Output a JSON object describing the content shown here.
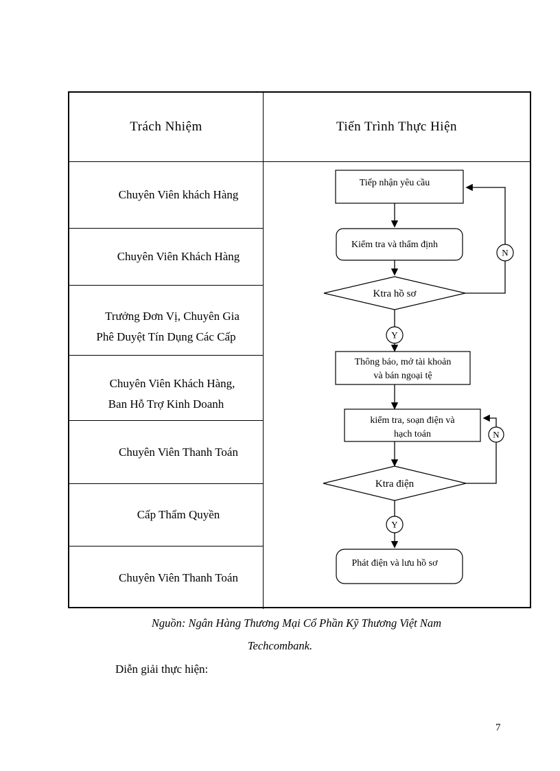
{
  "page": {
    "number": "7"
  },
  "colors": {
    "ink": "#000000",
    "background": "#ffffff"
  },
  "table": {
    "header": {
      "left": "Trách Nhiệm",
      "right": "Tiến Trình Thực Hiện"
    },
    "responsibilities": [
      {
        "label": "Chuyên Viên khách Hàng"
      },
      {
        "label": "Chuyên Viên Khách Hàng"
      },
      {
        "label": "Trưởng Đơn Vị, Chuyên Gia Phê Duyệt Tín Dụng Các Cấp"
      },
      {
        "label": "Chuyên Viên Khách Hàng, Ban Hỗ Trợ Kinh Doanh"
      },
      {
        "label": "Chuyên Viên Thanh Toán"
      },
      {
        "label": "Cấp Thẩm Quyền"
      },
      {
        "label": "Chuyên Viên Thanh Toán"
      }
    ]
  },
  "flowchart": {
    "nodes": [
      {
        "id": "receive",
        "type": "rect",
        "label": "Tiếp nhận yêu cầu"
      },
      {
        "id": "verify",
        "type": "rounded",
        "label": "Kiểm tra và thẩm định"
      },
      {
        "id": "check-file",
        "type": "diamond",
        "label": "Ktra hồ sơ"
      },
      {
        "id": "notify",
        "type": "rect",
        "label_line1": "Thông báo, mở tài khoản",
        "label_line2": "và bán ngoại tệ"
      },
      {
        "id": "prepare",
        "type": "rect",
        "label_line1": "kiểm tra, soạn điện và",
        "label_line2": "hạch toán"
      },
      {
        "id": "check-message",
        "type": "diamond",
        "label": "Ktra điện"
      },
      {
        "id": "release",
        "type": "rounded",
        "label": "Phát điện và lưu hồ sơ"
      }
    ],
    "labels": {
      "yes": "Y",
      "no": "N"
    }
  },
  "caption": {
    "line1": "Nguồn: Ngân Hàng Thương Mại Cổ Phần Kỹ Thương Việt Nam",
    "line2": "Techcombank."
  },
  "body": {
    "intro": "Diễn giải thực hiện:"
  }
}
